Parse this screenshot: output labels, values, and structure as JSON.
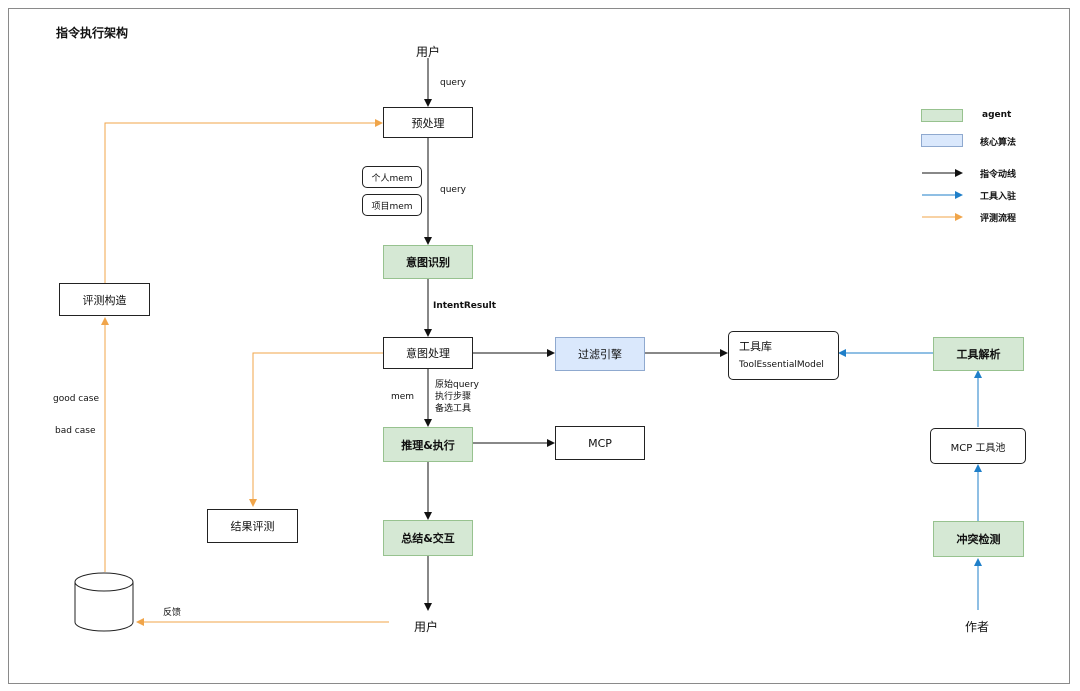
{
  "title": "指令执行架构",
  "nodes": {
    "user_top": "用户",
    "preprocess": "预处理",
    "personal_mem": "个人mem",
    "project_mem": "项目mem",
    "intent_recognition": "意图识别",
    "intent_processing": "意图处理",
    "filter_engine": "过滤引擎",
    "tool_library": "工具库",
    "tool_essential_model": "ToolEssentialModel",
    "tool_parsing": "工具解析",
    "mcp_tool_pool": "MCP 工具池",
    "conflict_detection": "冲突检测",
    "author": "作者",
    "reasoning_execution": "推理&执行",
    "mcp": "MCP",
    "summary_interaction": "总结&交互",
    "user_bottom": "用户",
    "result_evaluation": "结果评测",
    "evaluation_construction": "评测构造"
  },
  "edge_labels": {
    "query_top": "query",
    "query_mid": "query",
    "intent_result": "IntentResult",
    "mem": "mem",
    "payload_1": "原始query",
    "payload_2": "执行步骤",
    "payload_3": "备选工具",
    "good_case": "good case",
    "bad_case": "bad case",
    "feedback": "反馈"
  },
  "legend": {
    "agent": "agent",
    "core_algorithm": "核心算法",
    "instruction_flow": "指令动线",
    "tool_onboarding": "工具入驻",
    "evaluation_flow": "评测流程"
  },
  "colors": {
    "agent_fill": "#d5e8d4",
    "agent_border": "#97c28f",
    "algo_fill": "#dae8fc",
    "algo_border": "#8fa9cf",
    "instruction_arrow": "#111111",
    "tool_arrow": "#1f7fc9",
    "eval_arrow": "#f0a54a"
  }
}
